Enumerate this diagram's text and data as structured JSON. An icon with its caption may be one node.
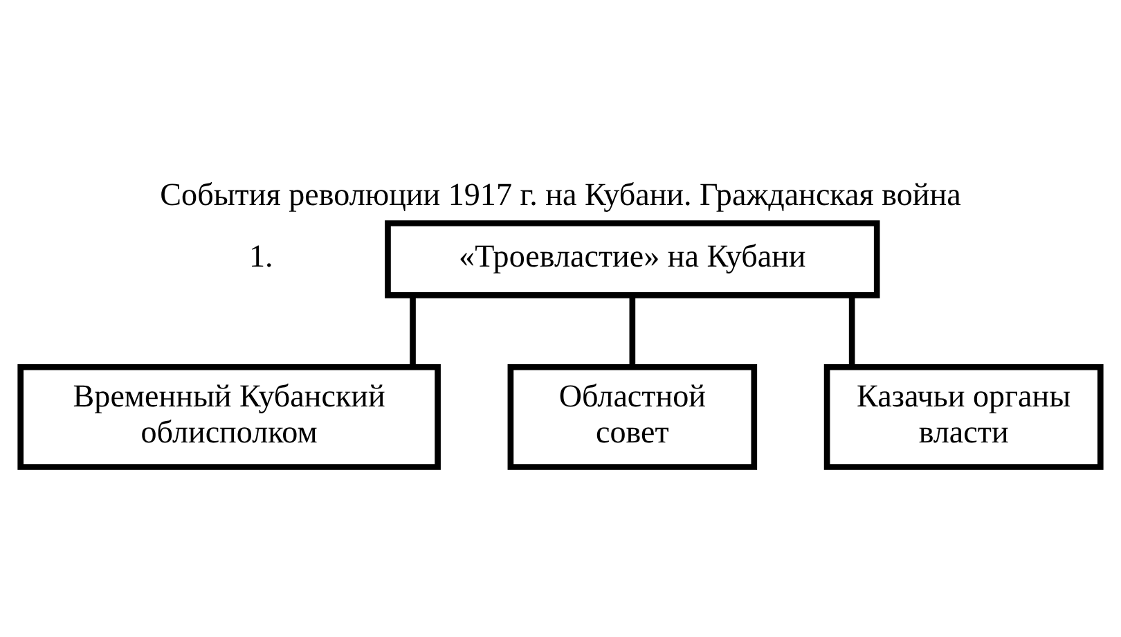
{
  "diagram": {
    "title": "События революции 1917 г. на Кубани. Гражданская война",
    "nodes": [
      {
        "text": [
          "«Троевластие» на Кубани"
        ]
      },
      {
        "text": [
          "Временный Кубанский облисполком"
        ]
      },
      {
        "text": [
          "Областной совет"
        ]
      },
      {
        "text": [
          "Казачьи органы власти"
        ]
      }
    ],
    "edges": [
      {
        "from": 0,
        "to": 1,
        "arrow": "none"
      },
      {
        "from": 0,
        "to": 2,
        "arrow": "none"
      },
      {
        "from": 0,
        "to": 3,
        "arrow": "none"
      }
    ],
    "labels": [
      "1."
    ]
  }
}
